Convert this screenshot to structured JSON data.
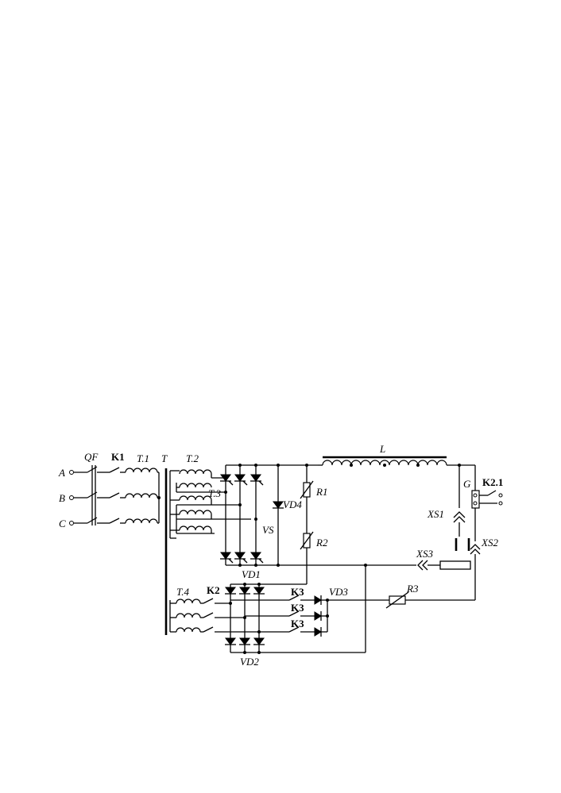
{
  "diagram": {
    "phases": {
      "a": "A",
      "b": "B",
      "c": "C"
    },
    "labels": {
      "qf": "QF",
      "k1": "K1",
      "t1": "T.1",
      "t": "T",
      "t2": "T.2",
      "t3": "T.3",
      "t4": "T.4",
      "k2": "K2",
      "k3a": "K3",
      "k3b": "K3",
      "k3c": "K3",
      "vs": "VS",
      "vd1": "VD1",
      "vd2": "VD2",
      "vd3": "VD3",
      "vd4": "VD4",
      "r1": "R1",
      "r2": "R2",
      "r3": "R3",
      "l": "L",
      "g": "G",
      "k21": "K2.1",
      "xs1": "XS1",
      "xs2": "XS2",
      "xs3": "XS3"
    }
  }
}
